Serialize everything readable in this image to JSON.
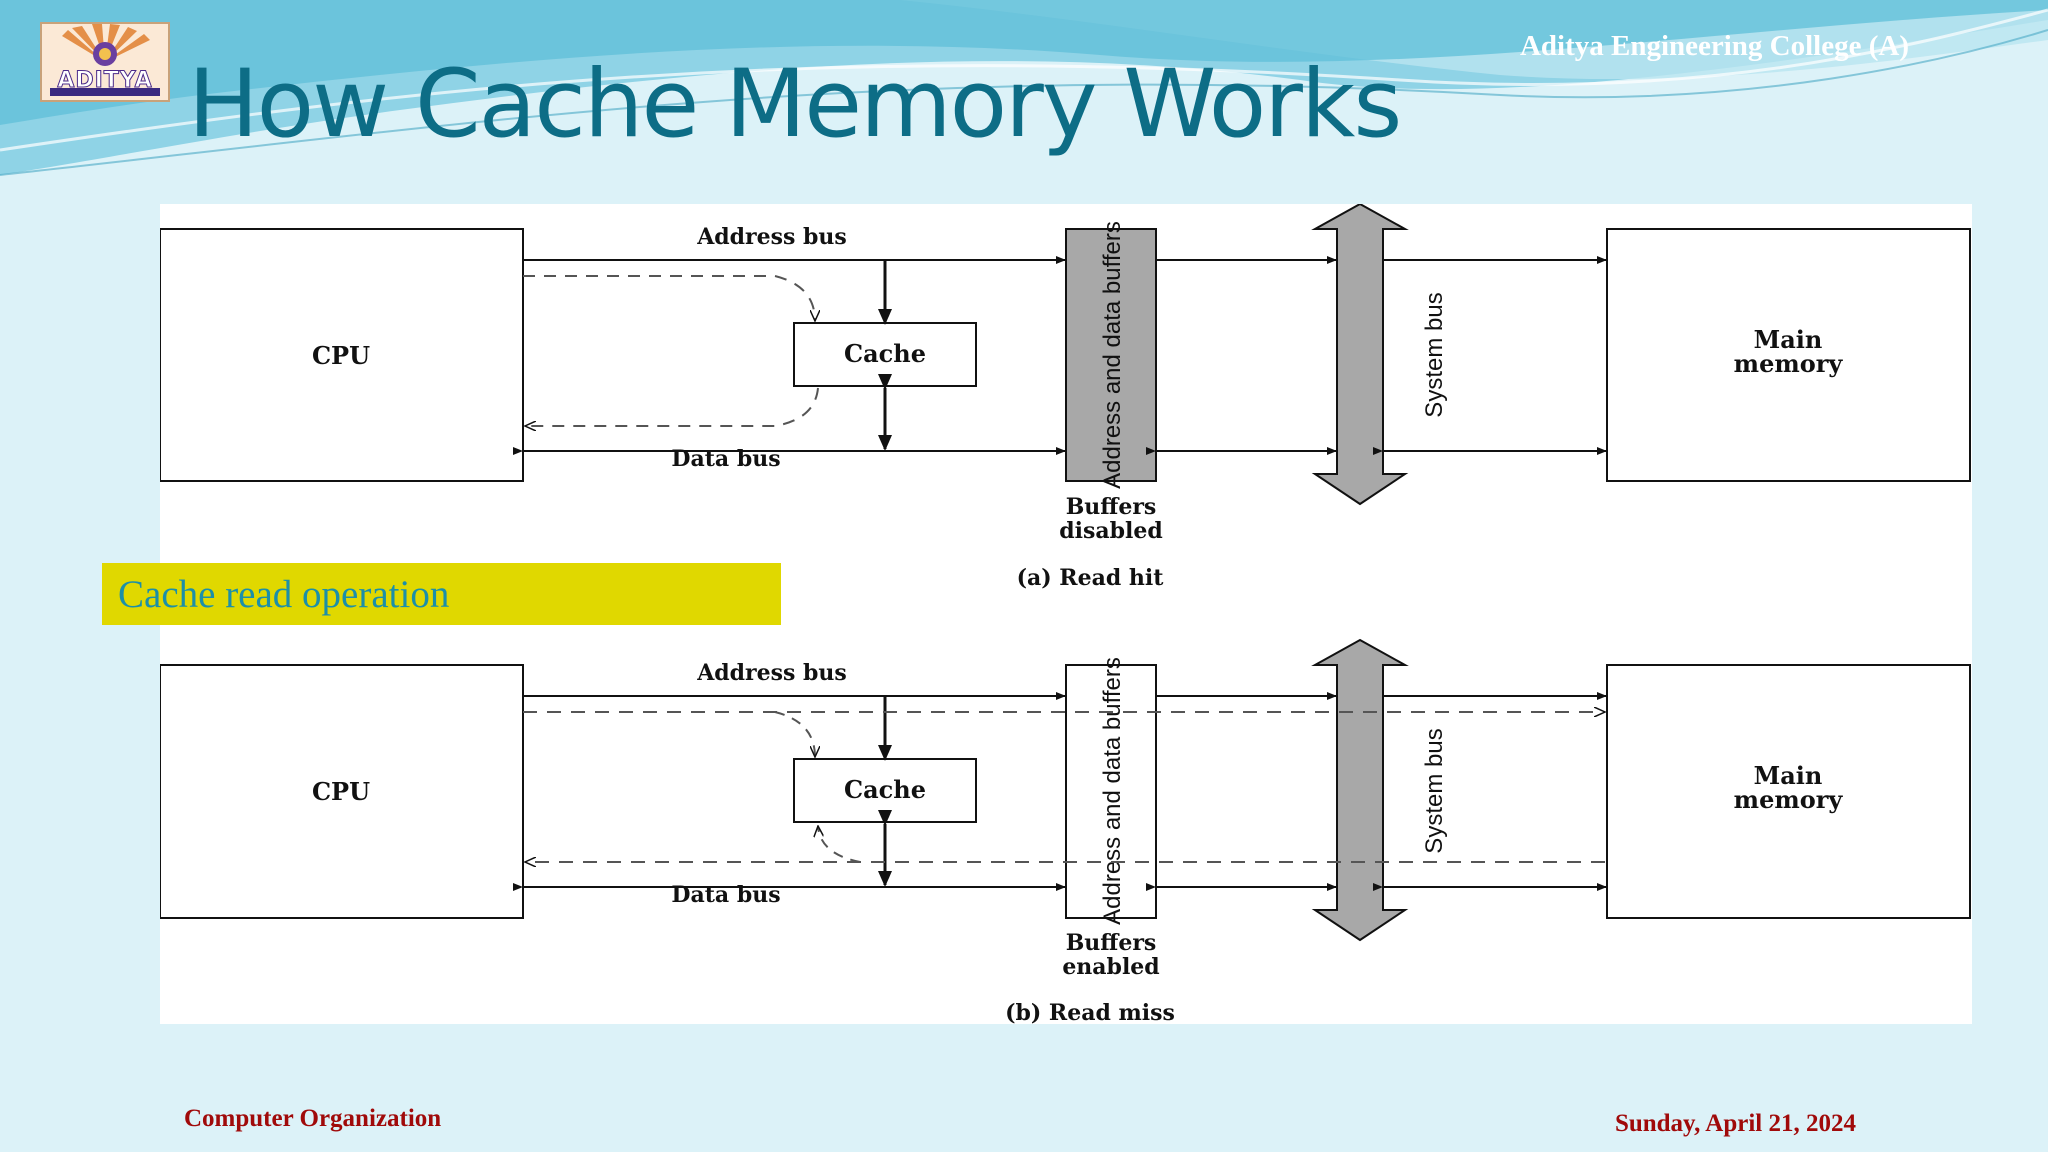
{
  "slide": {
    "title": "How Cache Memory Works",
    "college": "Aditya Engineering College  (A)",
    "logo_text": "ADITYA",
    "caption": "Cache read operation",
    "footer_left": "Computer Organization",
    "footer_right": "Sunday, April 21, 2024"
  },
  "diagram": {
    "panels": [
      {
        "cpu": "CPU",
        "cache": "Cache",
        "main_memory": [
          "Main",
          "memory"
        ],
        "address_bus": "Address bus",
        "data_bus": "Data bus",
        "buffers_label": "Address and data buffers",
        "system_bus": "System bus",
        "buffers_state": [
          "Buffers",
          "disabled"
        ],
        "caption": "(a) Read hit"
      },
      {
        "cpu": "CPU",
        "cache": "Cache",
        "main_memory": [
          "Main",
          "memory"
        ],
        "address_bus": "Address bus",
        "data_bus": "Data bus",
        "buffers_label": "Address and data buffers",
        "system_bus": "System bus",
        "buffers_state": [
          "Buffers",
          "enabled"
        ],
        "caption": "(b) Read miss"
      }
    ]
  },
  "colors": {
    "title": "#0d6d86",
    "footer": "#a00a0a",
    "caption_bg": "#e0d800",
    "caption_text": "#1c8fa8",
    "buffer_disabled": "#a8a8a8",
    "system_bus": "#a8a8a8"
  }
}
